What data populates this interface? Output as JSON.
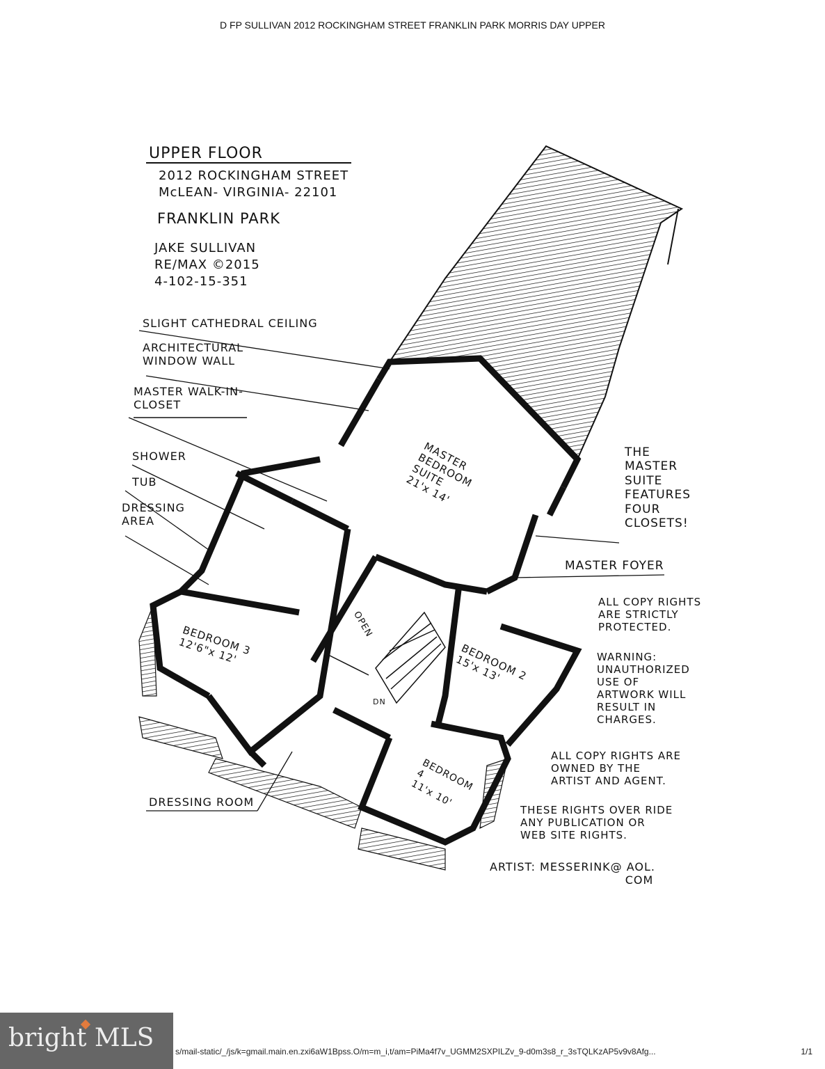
{
  "header": {
    "title": "D FP SULLIVAN 2012 ROCKINGHAM STREET FRANKLIN PARK MORRIS DAY UPPER"
  },
  "info": {
    "title": "UPPER FLOOR",
    "address1": "2012 ROCKINGHAM STREET",
    "address2": "McLEAN- VIRGINIA- 22101",
    "community": "FRANKLIN PARK",
    "agent": "JAKE SULLIVAN",
    "company": "RE/MAX ©2015",
    "code": "4-102-15-351"
  },
  "callouts": {
    "ceiling": "SLIGHT CATHEDRAL CEILING",
    "window": "ARCHITECTURAL\nWINDOW WALL",
    "closet": "MASTER WALK-IN-\nCLOSET",
    "shower": "SHOWER",
    "tub": "TUB",
    "dressing": "DRESSING\nAREA",
    "foyer": "MASTER FOYER",
    "dressing_room": "DRESSING ROOM",
    "four_closets": "THE\nMASTER\nSUITE\nFEATURES\nFOUR\nCLOSETS!"
  },
  "rooms": {
    "master": "MASTER\nBEDROOM\nSUITE\n21'x 14'",
    "bed2": "BEDROOM 2\n15'x 13'",
    "bed3": "BEDROOM 3\n12'6\"x 12'",
    "bed4": "BEDROOM\n4\n11'x 10'",
    "open": "OPEN",
    "dn": "DN"
  },
  "notes": {
    "copyright1": "ALL COPY RIGHTS\nARE STRICTLY\nPROTECTED.",
    "warning": "WARNING:\nUNAUTHORIZED\nUSE OF\nARTWORK WILL\nRESULT IN\nCHARGES.",
    "copyright2": "ALL COPY RIGHTS ARE\nOWNED BY THE\nARTIST AND AGENT.",
    "rights": "THESE RIGHTS OVER RIDE\nANY PUBLICATION OR\nWEB SITE RIGHTS.",
    "artist": "ARTIST: MESSERINK@ AOL.\n                                COM"
  },
  "footer": {
    "logo": "bright MLS",
    "url": "s/mail-static/_/js/k=gmail.main.en.zxi6aW1Bpss.O/m=m_i,t/am=PiMa4f7v_UGMM2SXPILZv_9-d0m3s8_r_3sTQLKzAP5v9v8Afg...",
    "page": "1/1"
  }
}
